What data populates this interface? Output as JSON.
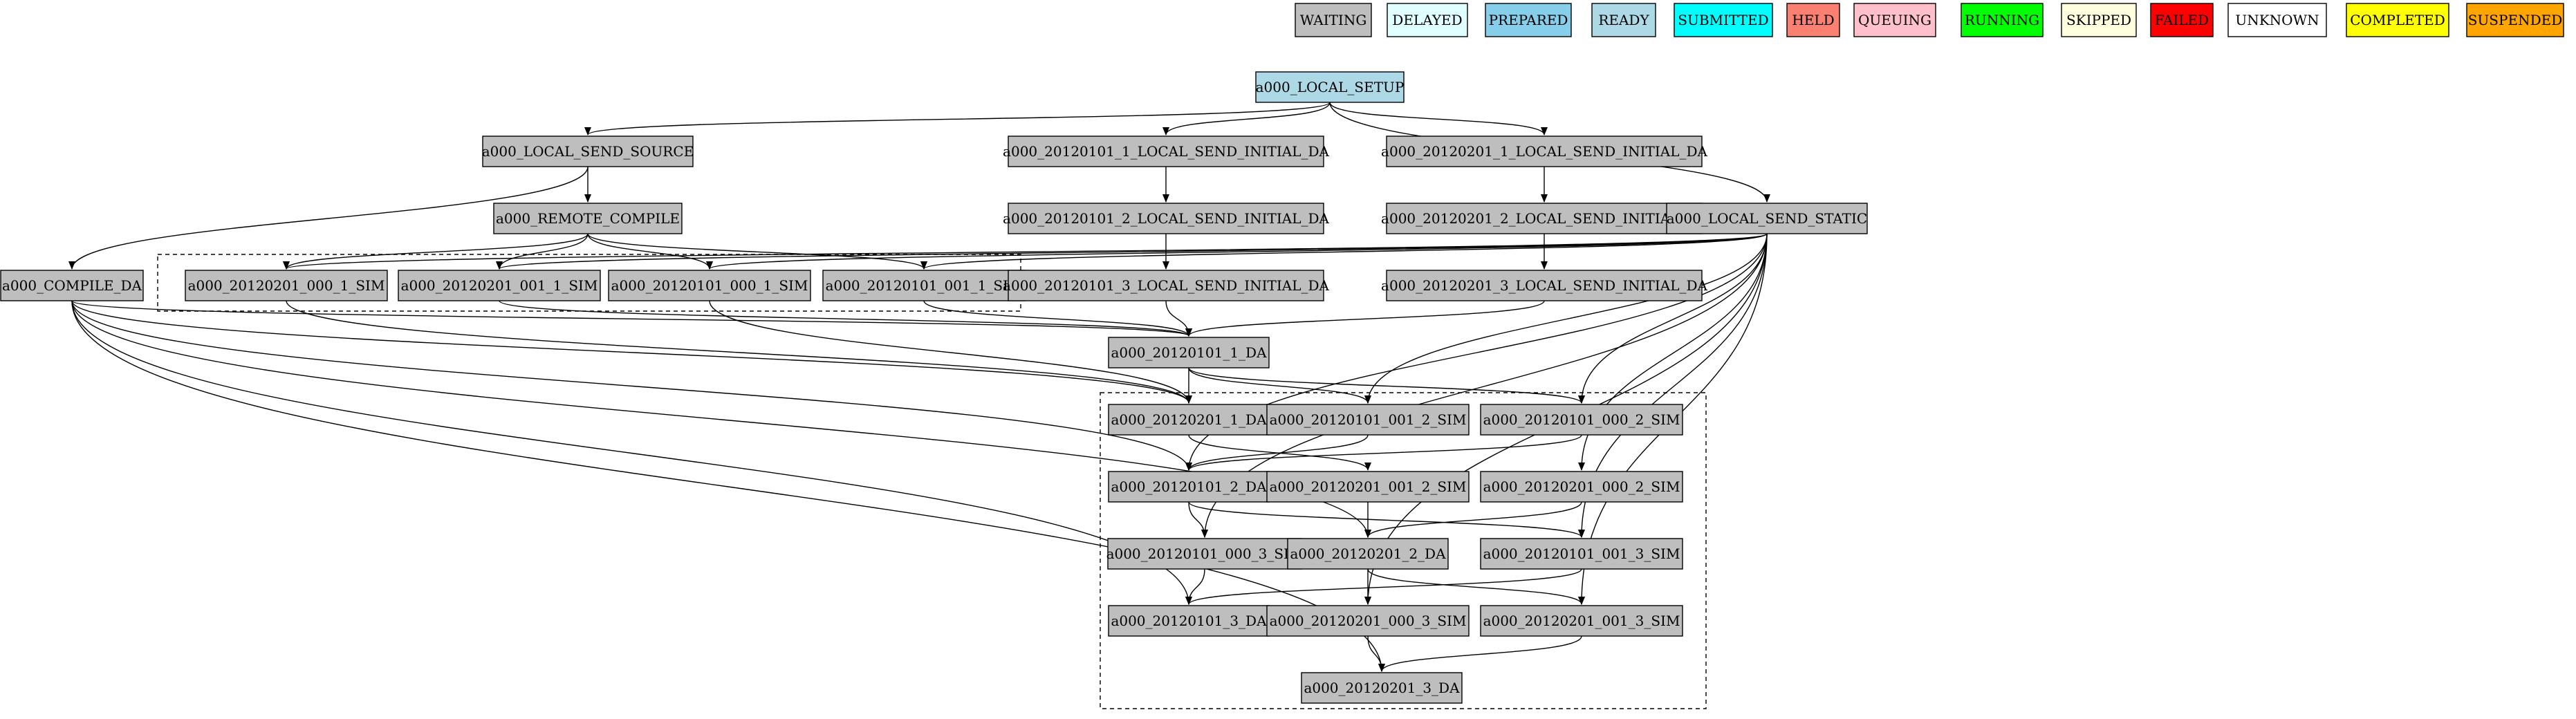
{
  "legend": [
    {
      "label": "WAITING",
      "fill": "#bebebe"
    },
    {
      "label": "DELAYED",
      "fill": "#e0ffff"
    },
    {
      "label": "PREPARED",
      "fill": "#87ceeb"
    },
    {
      "label": "READY",
      "fill": "#add8e6"
    },
    {
      "label": "SUBMITTED",
      "fill": "#00ffff"
    },
    {
      "label": "HELD",
      "fill": "#fa8072"
    },
    {
      "label": "QUEUING",
      "fill": "#ffc0cb"
    },
    {
      "label": "RUNNING",
      "fill": "#00ff00"
    },
    {
      "label": "SKIPPED",
      "fill": "#ffffe0"
    },
    {
      "label": "FAILED",
      "fill": "#ff0000"
    },
    {
      "label": "UNKNOWN",
      "fill": "#ffffff"
    },
    {
      "label": "COMPLETED",
      "fill": "#ffff00"
    },
    {
      "label": "SUSPENDED",
      "fill": "#ffa500"
    }
  ],
  "nodes": [
    {
      "id": "local_setup",
      "label": "a000_LOCAL_SETUP",
      "state": "READY"
    },
    {
      "id": "local_send_source",
      "label": "a000_LOCAL_SEND_SOURCE",
      "state": "WAITING"
    },
    {
      "id": "i0101_1",
      "label": "a000_20120101_1_LOCAL_SEND_INITIAL_DA",
      "state": "WAITING"
    },
    {
      "id": "i0201_1",
      "label": "a000_20120201_1_LOCAL_SEND_INITIAL_DA",
      "state": "WAITING"
    },
    {
      "id": "remote_compile",
      "label": "a000_REMOTE_COMPILE",
      "state": "WAITING"
    },
    {
      "id": "i0101_2",
      "label": "a000_20120101_2_LOCAL_SEND_INITIAL_DA",
      "state": "WAITING"
    },
    {
      "id": "i0201_2",
      "label": "a000_20120201_2_LOCAL_SEND_INITIAL_DA",
      "state": "WAITING"
    },
    {
      "id": "local_send_static",
      "label": "a000_LOCAL_SEND_STATIC",
      "state": "WAITING"
    },
    {
      "id": "compile_da",
      "label": "a000_COMPILE_DA",
      "state": "WAITING"
    },
    {
      "id": "s0201_000_1",
      "label": "a000_20120201_000_1_SIM",
      "state": "WAITING"
    },
    {
      "id": "s0201_001_1",
      "label": "a000_20120201_001_1_SIM",
      "state": "WAITING"
    },
    {
      "id": "s0101_000_1",
      "label": "a000_20120101_000_1_SIM",
      "state": "WAITING"
    },
    {
      "id": "s0101_001_1",
      "label": "a000_20120101_001_1_SIM",
      "state": "WAITING"
    },
    {
      "id": "i0101_3",
      "label": "a000_20120101_3_LOCAL_SEND_INITIAL_DA",
      "state": "WAITING"
    },
    {
      "id": "i0201_3",
      "label": "a000_20120201_3_LOCAL_SEND_INITIAL_DA",
      "state": "WAITING"
    },
    {
      "id": "da0101_1",
      "label": "a000_20120101_1_DA",
      "state": "WAITING"
    },
    {
      "id": "da0201_1",
      "label": "a000_20120201_1_DA",
      "state": "WAITING"
    },
    {
      "id": "s0101_001_2",
      "label": "a000_20120101_001_2_SIM",
      "state": "WAITING"
    },
    {
      "id": "s0101_000_2",
      "label": "a000_20120101_000_2_SIM",
      "state": "WAITING"
    },
    {
      "id": "da0101_2",
      "label": "a000_20120101_2_DA",
      "state": "WAITING"
    },
    {
      "id": "s0201_001_2",
      "label": "a000_20120201_001_2_SIM",
      "state": "WAITING"
    },
    {
      "id": "s0201_000_2",
      "label": "a000_20120201_000_2_SIM",
      "state": "WAITING"
    },
    {
      "id": "s0101_000_3",
      "label": "a000_20120101_000_3_SIM",
      "state": "WAITING"
    },
    {
      "id": "da0201_2",
      "label": "a000_20120201_2_DA",
      "state": "WAITING"
    },
    {
      "id": "s0101_001_3",
      "label": "a000_20120101_001_3_SIM",
      "state": "WAITING"
    },
    {
      "id": "da0101_3",
      "label": "a000_20120101_3_DA",
      "state": "WAITING"
    },
    {
      "id": "s0201_000_3",
      "label": "a000_20120201_000_3_SIM",
      "state": "WAITING"
    },
    {
      "id": "s0201_001_3",
      "label": "a000_20120201_001_3_SIM",
      "state": "WAITING"
    },
    {
      "id": "da0201_3",
      "label": "a000_20120201_3_DA",
      "state": "WAITING"
    }
  ],
  "edges": [
    [
      "local_setup",
      "local_send_source"
    ],
    [
      "local_setup",
      "i0101_1"
    ],
    [
      "local_setup",
      "i0201_1"
    ],
    [
      "local_setup",
      "local_send_static"
    ],
    [
      "local_send_source",
      "remote_compile"
    ],
    [
      "local_send_source",
      "compile_da"
    ],
    [
      "i0101_1",
      "i0101_2"
    ],
    [
      "i0201_1",
      "i0201_2"
    ],
    [
      "i0101_2",
      "i0101_3"
    ],
    [
      "i0201_2",
      "i0201_3"
    ],
    [
      "remote_compile",
      "s0201_000_1"
    ],
    [
      "remote_compile",
      "s0201_001_1"
    ],
    [
      "remote_compile",
      "s0101_000_1"
    ],
    [
      "remote_compile",
      "s0101_001_1"
    ],
    [
      "local_send_static",
      "s0201_000_1"
    ],
    [
      "local_send_static",
      "s0201_001_1"
    ],
    [
      "local_send_static",
      "s0101_000_1"
    ],
    [
      "local_send_static",
      "s0101_001_1"
    ],
    [
      "local_send_static",
      "s0101_001_2"
    ],
    [
      "local_send_static",
      "s0101_000_2"
    ],
    [
      "local_send_static",
      "da0101_2"
    ],
    [
      "local_send_static",
      "s0201_000_2"
    ],
    [
      "local_send_static",
      "s0101_000_3"
    ],
    [
      "local_send_static",
      "s0101_001_3"
    ],
    [
      "local_send_static",
      "s0201_000_3"
    ],
    [
      "local_send_static",
      "s0201_001_3"
    ],
    [
      "compile_da",
      "da0101_1"
    ],
    [
      "compile_da",
      "da0201_1"
    ],
    [
      "compile_da",
      "da0101_2"
    ],
    [
      "compile_da",
      "da0201_2"
    ],
    [
      "compile_da",
      "da0101_3"
    ],
    [
      "compile_da",
      "da0201_3"
    ],
    [
      "s0201_000_1",
      "da0201_1"
    ],
    [
      "s0201_001_1",
      "da0101_1"
    ],
    [
      "s0101_000_1",
      "da0201_1"
    ],
    [
      "s0101_001_1",
      "da0101_1"
    ],
    [
      "i0101_3",
      "da0101_1"
    ],
    [
      "i0201_3",
      "da0101_1"
    ],
    [
      "da0101_1",
      "da0201_1"
    ],
    [
      "da0101_1",
      "s0101_001_2"
    ],
    [
      "da0101_1",
      "s0101_000_2"
    ],
    [
      "da0201_1",
      "s0201_001_2"
    ],
    [
      "s0101_001_2",
      "da0101_2"
    ],
    [
      "s0101_000_2",
      "da0101_2"
    ],
    [
      "da0101_2",
      "s0101_000_3"
    ],
    [
      "da0101_2",
      "s0101_001_3"
    ],
    [
      "s0201_001_2",
      "da0201_2"
    ],
    [
      "s0201_000_2",
      "da0201_2"
    ],
    [
      "da0201_2",
      "s0201_000_3"
    ],
    [
      "da0201_2",
      "s0201_001_3"
    ],
    [
      "s0101_000_3",
      "da0101_3"
    ],
    [
      "s0101_001_3",
      "da0101_3"
    ],
    [
      "s0201_000_3",
      "da0201_3"
    ],
    [
      "s0201_001_3",
      "da0201_3"
    ]
  ]
}
